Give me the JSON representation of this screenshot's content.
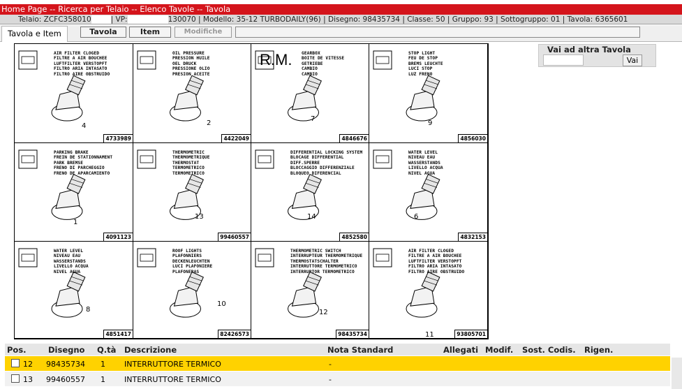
{
  "breadcrumb": {
    "home": "Home Page",
    "sep": " -- ",
    "search": "Ricerca per Telaio",
    "list": "Elenco Tavole",
    "current": "Tavola"
  },
  "info": {
    "telaio_label": "Telaio: ZCFC358010",
    "vp_label": "VP:",
    "vp_value": "130070",
    "rest": "| Modello: 35-12 TURBODAILY(96) | Disegno: 98435734 | Classe: 50 | Gruppo: 93 | Sottogruppo: 01 | Tavola: 6365601"
  },
  "tabs": {
    "active": "Tavola e Item",
    "tavola": "Tavola",
    "item": "Item",
    "modifiche": "Modifiche"
  },
  "goto": {
    "title": "Vai ad altra Tavola",
    "button": "Vai"
  },
  "cells": [
    {
      "caption": "AIR FILTER CLOGED\nFILTRE A AIR BOUCHEE\nLUFTFILTER VERSTOPFT\nFILTRO ARIA INTASATO\nFILTRO AIRE OBSTRUIDO",
      "num": "4",
      "code": "4733989"
    },
    {
      "caption": "OIL PRESSURE\nPRESSION HUILE\nOEL DRUCK\nPRESSIONE OLIO\nPRESION ACEITE",
      "num": "2",
      "code": "4422049"
    },
    {
      "caption": "GEARBOX\nBOITE DE VITESSE\nGETRIEBE\nCAMBIO\nCAMBIO",
      "num": "7",
      "code": "4846676",
      "bigtext": "R.M."
    },
    {
      "caption": "STOP LIGHT\nFEU DE STOP\nBREMS LEUCHTE\nLUCI STOP\nLUZ FRENO",
      "num": "9",
      "code": "4856030"
    },
    {
      "caption": "PARKING BRAKE\nFREIN DE STATIONNAMENT\nPARK BREMSE\nFRENO DI PARCHEGGIO\nFRENO DE APARCAMIENTO",
      "num": "1",
      "code": "4091123"
    },
    {
      "caption": "THERMOMETRIC\nTHERMOMETRIQUE\nTHERMOSTAT\nTERMOMETRICO\nTERMOMETRICO",
      "num": "13",
      "code": "99460557"
    },
    {
      "caption": "DIFFERENTIAL LOCKING SYSTEM\nBLOCAGE DIFFERENTIAL\nDIFF.SPERRE\nBLOCCAGGIO DIFFERENZIALE\nBLOQUEO DIFERENCIAL",
      "num": "14",
      "code": "4852580"
    },
    {
      "caption": "WATER LEVEL\nNIVEAU EAU\nWASSERSTANDS\nLIVELLO ACQUA\nNIVEL AGUA",
      "num": "6",
      "code": "4832153"
    },
    {
      "caption": "WATER LEVEL\nNIVEAU EAU\nWASSERSTANDS\nLIVELLO ACQUA\nNIVEL AGUA",
      "num": "8",
      "code": "4851417"
    },
    {
      "caption": "ROOF LIGHTS\nPLAFONNIERS\nDECKENLEUCHTEN\nLUCI PLAFONIERE\nPLAFONERAS",
      "num": "10",
      "code": "82426573"
    },
    {
      "caption": "THERMOMETRIC SWITCH\nINTERRUPTEUR THERMOMETRIQUE\nTHERMOSTATSCHALTER\nINTERRUTTORE TERMOMETRICO\nINTERRUPTOR TERMOMETRICO",
      "num": "12",
      "code": "98435734"
    },
    {
      "caption": "AIR FILTER CLOGED\nFILTRE A AIR BOUCHEE\nLUFTFILTER VERSTOPFT\nFILTRO ARIA INTASATO\nFILTRO AIRE OBSTRUIDO",
      "num": "11",
      "code": "93805701"
    }
  ],
  "table": {
    "headers": {
      "pos": "Pos.",
      "disegno": "Disegno",
      "qta": "Q.tà",
      "descrizione": "Descrizione",
      "nota": "Nota Standard",
      "allegati": "Allegati",
      "modif": "Modif.",
      "sost": "Sost. Codis.",
      "rigen": "Rigen."
    },
    "rows": [
      {
        "pos": "12",
        "disegno": "98435734",
        "qta": "1",
        "descrizione": "INTERRUTTORE TERMICO",
        "nota": "-"
      },
      {
        "pos": "13",
        "disegno": "99460557",
        "qta": "1",
        "descrizione": "INTERRUTTORE TERMICO",
        "nota": "-"
      }
    ]
  },
  "colors": {
    "navbar": "#d4141b",
    "selected_row": "#ffd200"
  }
}
